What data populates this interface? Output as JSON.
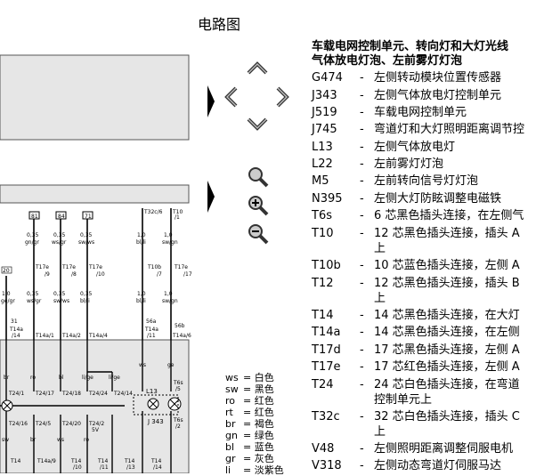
{
  "page": {
    "title": "电路图"
  },
  "legend": {
    "heading_line1": "车载电网控制单元、转向灯和大灯光线",
    "heading_line2": "气体放电灯泡、左前雾灯灯泡",
    "items": [
      {
        "code": "G474",
        "desc": "左侧转动模块位置传感器"
      },
      {
        "code": "J343",
        "desc": "左侧气体放电灯控制单元"
      },
      {
        "code": "J519",
        "desc": "车载电网控制单元"
      },
      {
        "code": "J745",
        "desc": "弯道灯和大灯照明距离调节控"
      },
      {
        "code": "L13",
        "desc": "左侧气体放电灯"
      },
      {
        "code": "L22",
        "desc": "左前雾灯灯泡"
      },
      {
        "code": "M5",
        "desc": "左前转向信号灯灯泡"
      },
      {
        "code": "N395",
        "desc": "左侧大灯防眩调整电磁铁"
      },
      {
        "code": "T6s",
        "desc": "6 芯黑色插头连接，在左侧气"
      },
      {
        "code": "T10",
        "desc": "12 芯黑色插头连接，插头 A",
        "cont": "上"
      },
      {
        "code": "T10b",
        "desc": "10 芯蓝色插头连接，左侧 A"
      },
      {
        "code": "T12",
        "desc": "12 芯黑色插头连接，插头 B",
        "cont": "上"
      },
      {
        "code": "T14",
        "desc": "14 芯黑色插头连接，在大灯"
      },
      {
        "code": "T14a",
        "desc": "14 芯黑色插头连接，在左侧"
      },
      {
        "code": "T17d",
        "desc": "17 芯黑色插头连接，左侧 A"
      },
      {
        "code": "T17e",
        "desc": "17 芯红色插头连接，左侧 A"
      },
      {
        "code": "T24",
        "desc": "24 芯白色插头连接，在弯道",
        "cont": "控制单元上"
      },
      {
        "code": "T32c",
        "desc": "32 芯白色插头连接，插头 C",
        "cont": "上"
      },
      {
        "code": "V48",
        "desc": "左侧照明距离调整伺服电机"
      },
      {
        "code": "V318",
        "desc": "左侧动态弯道灯伺服马达"
      }
    ]
  },
  "wire_colors": [
    {
      "abbr": "ws",
      "name": "白色"
    },
    {
      "abbr": "sw",
      "name": "黑色"
    },
    {
      "abbr": "ro",
      "name": "红色"
    },
    {
      "abbr": "rt",
      "name": "红色"
    },
    {
      "abbr": "br",
      "name": "褐色"
    },
    {
      "abbr": "gn",
      "name": "绿色"
    },
    {
      "abbr": "bl",
      "name": "蓝色"
    },
    {
      "abbr": "gr",
      "name": "灰色"
    },
    {
      "abbr": "li",
      "name": "淡紫色"
    }
  ],
  "diagram": {
    "fuse_labels": [
      "81",
      "84",
      "71"
    ],
    "top_connector": "T32c/6",
    "top_connector2": "T10",
    "top_connector2_pin": "/1",
    "wire_sizes": [
      "0,35",
      "0,35",
      "0,35",
      "1,0",
      "1,0"
    ],
    "wire_colors_top": [
      "gn/gr",
      "ws/gr",
      "sw/ws",
      "bl/li",
      "sw/gn"
    ],
    "pin_codes": [
      "T17e",
      "T17e",
      "T17e",
      "T10b",
      "T17e"
    ],
    "pin_nums": [
      "/9",
      "/8",
      "/10",
      "/7",
      "/17"
    ],
    "left_pin": "20",
    "lower_sizes": [
      "1,0",
      "0,35",
      "0,35",
      "0,35",
      "1,0",
      "1,0"
    ],
    "lower_colors": [
      "ge/gr",
      "ws/gr",
      "sw/ws",
      "bl/li",
      "sw/gn"
    ],
    "box_labels": [
      "31",
      "56a",
      "56b"
    ],
    "conn_row1": [
      "T14a",
      "T14a/1",
      "T14a/2",
      "T14a/4",
      "T14a",
      "T14a/6"
    ],
    "conn_row1_pins": [
      "/14",
      "/11"
    ],
    "mid_wires": [
      "br",
      "ro",
      "bl",
      "li/ge",
      "li/ge",
      "ws",
      "ge"
    ],
    "t6s_label": "T6s",
    "t6s_pin": "/5",
    "row2": [
      "T24/1",
      "T24/17",
      "T24/18",
      "T24/24",
      "T24/14"
    ],
    "comp_l13": "L13",
    "comp_j343": "J 343",
    "t6s2": "T6s",
    "t6s2_pin": "/2",
    "row3": [
      "T24/16",
      "T24/5",
      "T24/20",
      "T24/2"
    ],
    "row3_pin_note": "5V",
    "bottom_wires": [
      "sw",
      "br",
      "ws",
      "ro"
    ],
    "bottom_row": [
      "T14",
      "T14a/9",
      "T14",
      "T14",
      "T14",
      "T14"
    ],
    "bottom_pins": [
      "/10",
      "/11",
      "/13",
      "/14"
    ]
  }
}
